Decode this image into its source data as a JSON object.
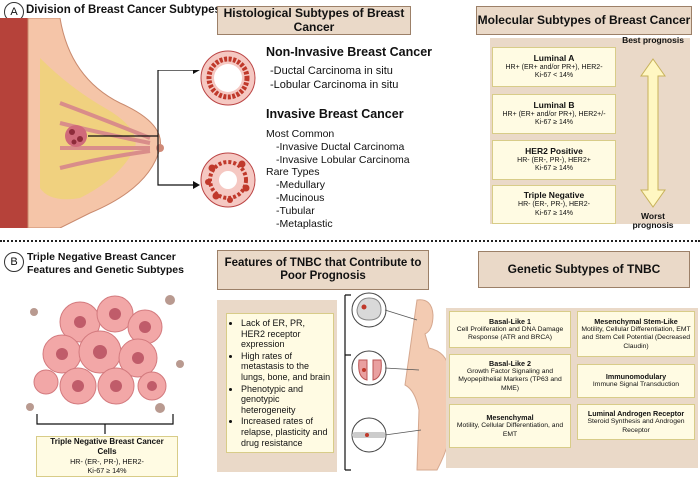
{
  "section_a": {
    "label": "A",
    "title": "Division of Breast Cancer Subtypes",
    "histological": {
      "header": "Histological Subtypes of Breast Cancer",
      "non_invasive_title": "Non-Invasive Breast Cancer",
      "non_invasive_items": [
        "-Ductal Carcinoma in situ",
        "-Lobular Carcinoma in situ"
      ],
      "invasive_title": "Invasive Breast Cancer",
      "most_common_label": "Most Common",
      "most_common_items": [
        "-Invasive Ductal Carcinoma",
        "-Invasive Lobular Carcinoma"
      ],
      "rare_label": "Rare Types",
      "rare_items": [
        "-Medullary",
        "-Mucinous",
        "-Tubular",
        "-Metaplastic"
      ]
    },
    "molecular": {
      "header": "Molecular Subtypes of Breast Cancer",
      "best_label": "Best prognosis",
      "worst_label": "Worst prognosis",
      "subtypes": [
        {
          "name": "Luminal A",
          "line1": "HR+ (ER+ and/or PR+), HER2-",
          "line2": "Ki-67 < 14%"
        },
        {
          "name": "Luminal B",
          "line1": "HR+ (ER+ and/or PR+), HER2+/-",
          "line2": "Ki-67 ≥ 14%"
        },
        {
          "name": "HER2 Positive",
          "line1": "HR- (ER-, PR-), HER2+",
          "line2": "Ki-67 ≥ 14%"
        },
        {
          "name": "Triple Negative",
          "line1": "HR- (ER-, PR-), HER2-",
          "line2": "Ki-67 ≥ 14%"
        }
      ]
    }
  },
  "section_b": {
    "label": "B",
    "title_line1": "Triple Negative Breast Cancer",
    "title_line2": "Features and Genetic Subtypes",
    "cells_box": {
      "title_line1": "Triple Negative Breast Cancer",
      "title_line2": "Cells",
      "line1": "HR- (ER-, PR-), HER2-",
      "line2": "Ki-67 ≥ 14%"
    },
    "features": {
      "header_line1": "Features of TNBC that Contribute to",
      "header_line2": "Poor Prognosis",
      "items": [
        "Lack of ER, PR, HER2 receptor expression",
        "High rates of metastasis to the lungs, bone, and brain",
        "Phenotypic and genotypic heterogeneity",
        "Increased rates of relapse, plasticity and drug resistance"
      ]
    },
    "genetic": {
      "header": "Genetic Subtypes of TNBC",
      "subtypes": [
        {
          "name": "Basal-Like 1",
          "desc": "Cell Proliferation and DNA Damage Response (ATR and BRCA)"
        },
        {
          "name": "Mesenchymal Stem-Like",
          "desc": "Motility, Cellular Differentiation, EMT and Stem Cell Potential (Decreased Claudin)"
        },
        {
          "name": "Basal-Like 2",
          "desc": "Growth Factor Signaling and Myopepithelial Markers (TP63 and MME)"
        },
        {
          "name": "Immunomodulary",
          "desc": "Immune Signal Transduction"
        },
        {
          "name": "Mesenchymal",
          "desc": "Motility, Cellular Differentiation, and EMT"
        },
        {
          "name": "Luminal Androgen Receptor",
          "desc": "Steroid Synthesis and Androgen Receptor"
        }
      ]
    }
  },
  "colors": {
    "header_fill": "#ead9c8",
    "box_fill": "#fffbe3",
    "tissue_pink": "#f3b7a5",
    "tumor_red": "#c0392b"
  }
}
